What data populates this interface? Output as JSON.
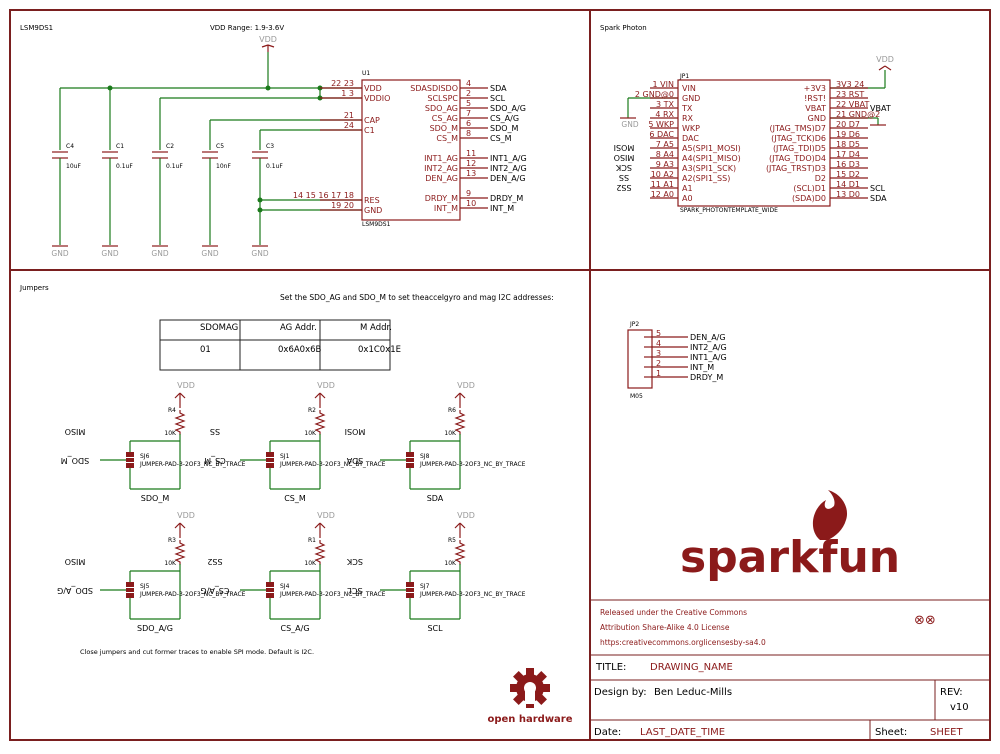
{
  "sections": {
    "lsm9ds1": "LSM9DS1",
    "photon": "Spark Photon",
    "jumpers": "Jumpers"
  },
  "vdd_range": "VDD Range: 1.9-3.6V",
  "net_vdd": "VDD",
  "net_gnd": "GND",
  "u1": {
    "ref": "U1",
    "name": "LSM9DS1",
    "left_pins": [
      {
        "num": "22 23",
        "name": "VDD"
      },
      {
        "num": "1 3",
        "name": "VDDIO"
      },
      {
        "num": "21",
        "name": "CAP"
      },
      {
        "num": "24",
        "name": "C1"
      },
      {
        "num": "14 15 16 17 18",
        "name": "RES"
      },
      {
        "num": "19 20",
        "name": "GND"
      }
    ],
    "right_pins": [
      {
        "num": "4",
        "name": "SDASDISDO",
        "net": "SDA"
      },
      {
        "num": "2",
        "name": "SCLSPC",
        "net": "SCL"
      },
      {
        "num": "5",
        "name": "SDO_AG",
        "net": "SDO_A/G"
      },
      {
        "num": "7",
        "name": "CS_AG",
        "net": "CS_A/G"
      },
      {
        "num": "6",
        "name": "SDO_M",
        "net": "SDO_M"
      },
      {
        "num": "8",
        "name": "CS_M",
        "net": "CS_M"
      },
      {
        "num": "11",
        "name": "INT1_AG",
        "net": "INT1_A/G"
      },
      {
        "num": "12",
        "name": "INT2_AG",
        "net": "INT2_A/G"
      },
      {
        "num": "13",
        "name": "DEN_AG",
        "net": "DEN_A/G"
      },
      {
        "num": "9",
        "name": "DRDY_M",
        "net": "DRDY_M"
      },
      {
        "num": "10",
        "name": "INT_M",
        "net": "INT_M"
      }
    ]
  },
  "caps": [
    {
      "ref": "C4",
      "value": "10uF"
    },
    {
      "ref": "C1",
      "value": "0.1uF"
    },
    {
      "ref": "C2",
      "value": "0.1uF"
    },
    {
      "ref": "C5",
      "value": "10nF"
    },
    {
      "ref": "C3",
      "value": "0.1uF"
    }
  ],
  "jp1": {
    "ref": "JP1",
    "name": "SPARK_PHOTONTEMPLATE_WIDE",
    "left_pins": [
      {
        "num": "1 VIN",
        "name": "VIN"
      },
      {
        "num": "2 GND@0",
        "name": "GND"
      },
      {
        "num": "3 TX",
        "name": "TX"
      },
      {
        "num": "4 RX",
        "name": "RX"
      },
      {
        "num": "5 WKP",
        "name": "WKP"
      },
      {
        "num": "6 DAC",
        "name": "DAC"
      },
      {
        "num": "7 A5",
        "name": "A5(SPI1_MOSI)",
        "net": "MOSI"
      },
      {
        "num": "8 A4",
        "name": "A4(SPI1_MISO)",
        "net": "MISO"
      },
      {
        "num": "9 A3",
        "name": "A3(SPI1_SCK)",
        "net": "SCK"
      },
      {
        "num": "10 A2",
        "name": "A2(SPI1_SS)",
        "net": "SS"
      },
      {
        "num": "11 A1",
        "name": "A1",
        "net": "SS2"
      },
      {
        "num": "12 A0",
        "name": "A0"
      }
    ],
    "right_pins": [
      {
        "num": "3V3 24",
        "name": "+3V3"
      },
      {
        "num": "23 RST",
        "name": "!RST!"
      },
      {
        "num": "22 VBAT",
        "name": "VBAT",
        "net": "VBAT"
      },
      {
        "num": "21 GND@2",
        "name": "GND"
      },
      {
        "num": "20 D7",
        "name": "(JTAG_TMS)D7"
      },
      {
        "num": "19 D6",
        "name": "(JTAG_TCK)D6"
      },
      {
        "num": "18 D5",
        "name": "(JTAG_TDI)D5"
      },
      {
        "num": "17 D4",
        "name": "(JTAG_TDO)D4"
      },
      {
        "num": "16 D3",
        "name": "(JTAG_TRST)D3"
      },
      {
        "num": "15 D2",
        "name": "D2"
      },
      {
        "num": "14 D1",
        "name": "(SCL)D1",
        "net": "SCL"
      },
      {
        "num": "13 D0",
        "name": "(SDA)D0",
        "net": "SDA"
      }
    ]
  },
  "jp2": {
    "ref": "JP2",
    "name": "M05",
    "pins": [
      {
        "num": "5",
        "net": "DEN_A/G"
      },
      {
        "num": "4",
        "net": "INT2_A/G"
      },
      {
        "num": "3",
        "net": "INT1_A/G"
      },
      {
        "num": "2",
        "net": "INT_M"
      },
      {
        "num": "1",
        "net": "DRDY_M"
      }
    ]
  },
  "addr_note": "Set the SDO_AG and SDO_M to set theaccelgyro and mag I2C addresses:",
  "addr_table": {
    "headers": [
      "SDOMAG",
      "AG Addr.",
      "M Addr."
    ],
    "row": [
      "01",
      "0x6A0x6B",
      "0x1C0x1E"
    ]
  },
  "jumpers": [
    {
      "sj": "SJ6",
      "r": "R4",
      "rv": "10K",
      "top": "MISO",
      "mid": "SDO_M",
      "bottom": "SDO_M",
      "part": "JUMPER-PAD-3-2OF3_NC_BY_TRACE"
    },
    {
      "sj": "SJ1",
      "r": "R2",
      "rv": "10K",
      "top": "SS",
      "mid": "CS_M",
      "bottom": "CS_M",
      "part": "JUMPER-PAD-3-2OF3_NC_BY_TRACE"
    },
    {
      "sj": "SJ8",
      "r": "R6",
      "rv": "10K",
      "top": "MOSI",
      "mid": "SDA",
      "bottom": "SDA",
      "part": "JUMPER-PAD-3-2OF3_NC_BY_TRACE"
    },
    {
      "sj": "SJ5",
      "r": "R3",
      "rv": "10K",
      "top": "MISO",
      "mid": "SDO_A/G",
      "bottom": "SDO_A/G",
      "part": "JUMPER-PAD-3-2OF3_NC_BY_TRACE"
    },
    {
      "sj": "SJ4",
      "r": "R1",
      "rv": "10K",
      "top": "SS2",
      "mid": "CS_A/G",
      "bottom": "CS_A/G",
      "part": "JUMPER-PAD-3-2OF3_NC_BY_TRACE"
    },
    {
      "sj": "SJ7",
      "r": "R5",
      "rv": "10K",
      "top": "SCK",
      "mid": "SCL",
      "bottom": "SCL",
      "part": "JUMPER-PAD-3-2OF3_NC_BY_TRACE"
    }
  ],
  "bottom_note": "Close jumpers and cut former traces to enable SPI mode. Default is I2C.",
  "oshw_text": "open hardware",
  "logo_text": "sparkfun",
  "license": {
    "line1": "Released under the Creative Commons",
    "line2": "Attribution Share-Alike 4.0 License",
    "line3": "https:creativecommons.orglicensesby-sa4.0",
    "cc": "⊗⊗"
  },
  "title_block": {
    "title_label": "TITLE:",
    "title": "DRAWING_NAME",
    "design_label": "Design by:",
    "designer": "Ben Leduc-Mills",
    "rev_label": "REV:",
    "rev": "v10",
    "date_label": "Date:",
    "date": "LAST_DATE_TIME",
    "sheet_label": "Sheet:",
    "sheet": "SHEET"
  }
}
